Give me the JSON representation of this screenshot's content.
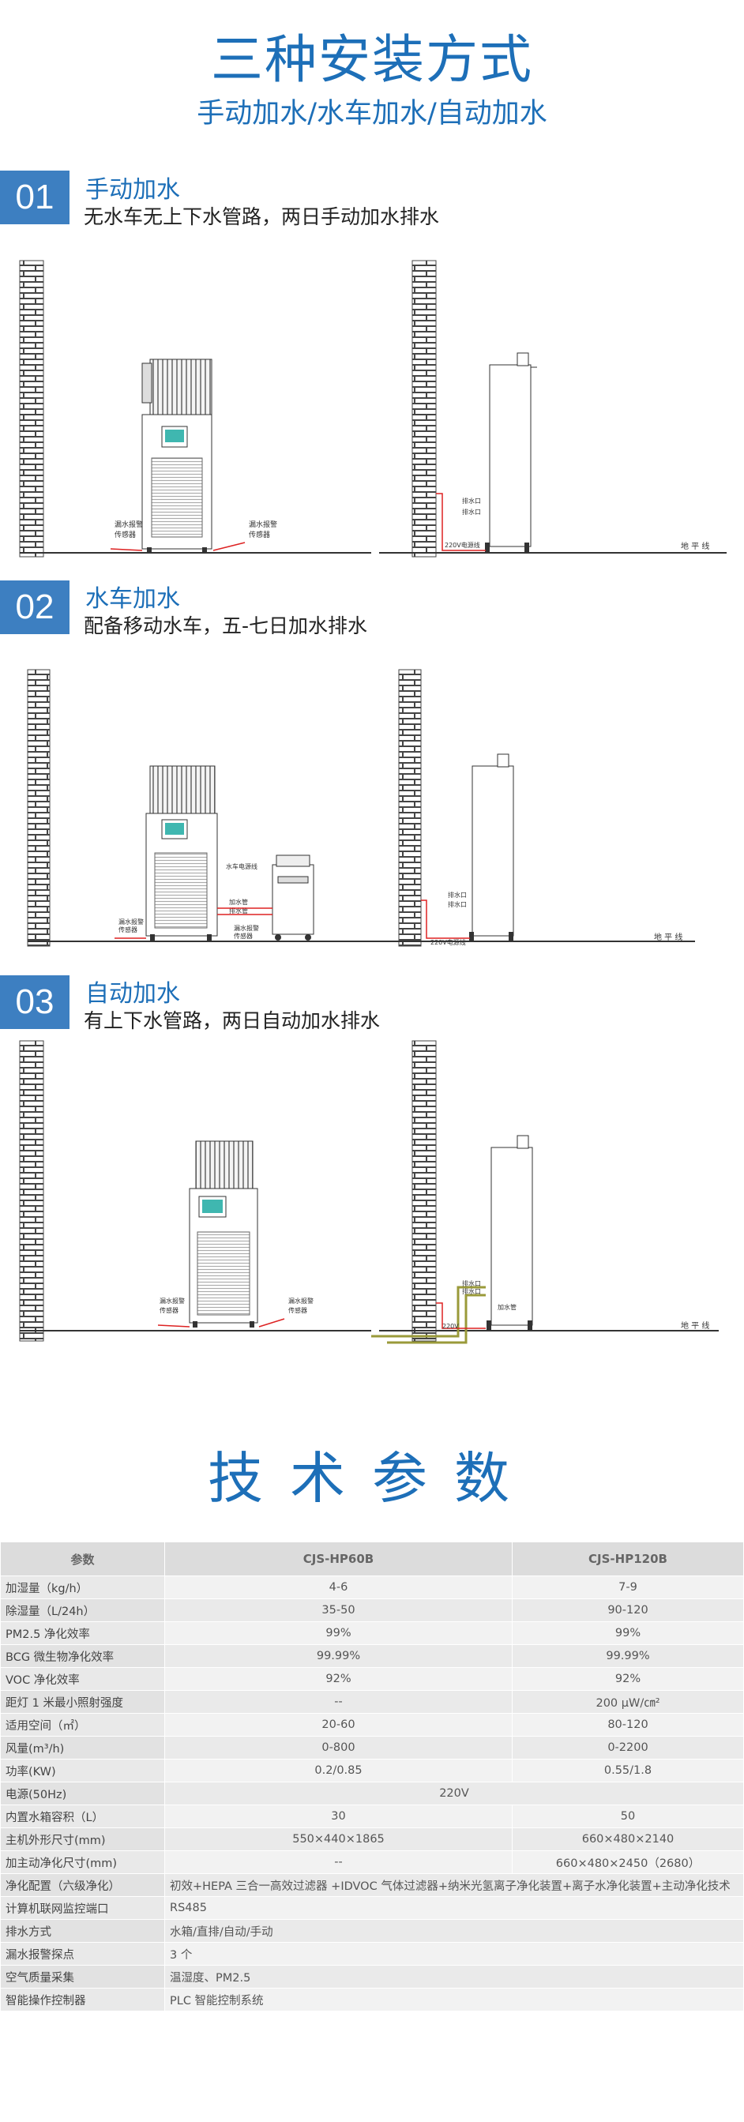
{
  "header": {
    "title": "三种安装方式",
    "subtitle": "手动加水/水车加水/自动加水"
  },
  "sections": [
    {
      "num": "01",
      "title": "手动加水",
      "desc": "无水车无上下水管路，两日手动加水排水"
    },
    {
      "num": "02",
      "title": "水车加水",
      "desc": "配备移动水车，五-七日加水排水"
    },
    {
      "num": "03",
      "title": "自动加水",
      "desc": "有上下水管路，两日自动加水排水"
    }
  ],
  "diagram_labels": {
    "ground": "地 平 线",
    "leak_sensor": "漏水报警",
    "sensor": "传感器",
    "power": "220V电源线",
    "pipe_a": "加水管",
    "pipe_b": "排水管",
    "drain": "排水口",
    "power_short": "220V",
    "cart_label": "水车电源线"
  },
  "tech": {
    "title": "技术参数",
    "headers": [
      "参数",
      "CJS-HP60B",
      "CJS-HP120B"
    ],
    "rows": [
      {
        "label": "加湿量（kg/h）",
        "a": "4-6",
        "b": "7-9"
      },
      {
        "label": "除湿量（L/24h）",
        "a": "35-50",
        "b": "90-120"
      },
      {
        "label": "PM2.5 净化效率",
        "a": "99%",
        "b": "99%"
      },
      {
        "label": "BCG 微生物净化效率",
        "a": "99.99%",
        "b": "99.99%"
      },
      {
        "label": "VOC 净化效率",
        "a": "92%",
        "b": "92%"
      },
      {
        "label": "距灯 1 米最小照射强度",
        "a": "--",
        "b": "200 μW/㎝²"
      },
      {
        "label": "适用空间（㎡）",
        "a": "20-60",
        "b": "80-120"
      },
      {
        "label": "风量(m³/h)",
        "a": "0-800",
        "b": "0-2200"
      },
      {
        "label": "功率(KW)",
        "a": "0.2/0.85",
        "b": "0.55/1.8"
      },
      {
        "label": "电源(50Hz)",
        "span": "220V"
      },
      {
        "label": "内置水箱容积（L）",
        "a": "30",
        "b": "50"
      },
      {
        "label": "主机外形尺寸(mm)",
        "a": "550×440×1865",
        "b": "660×480×2140"
      },
      {
        "label": "加主动净化尺寸(mm)",
        "a": "--",
        "b": "660×480×2450（2680）"
      },
      {
        "label": "净化配置（六级净化）",
        "left": "初效+HEPA 三合一高效过滤器 +IDVOC 气体过滤器+纳米光氢离子净化装置+离子水净化装置+主动净化技术"
      },
      {
        "label": "计算机联网监控端口",
        "left": "RS485"
      },
      {
        "label": "排水方式",
        "left": "水箱/直排/自动/手动"
      },
      {
        "label": "漏水报警探点",
        "left": "3 个"
      },
      {
        "label": "空气质量采集",
        "left": "温湿度、PM2.5"
      },
      {
        "label": "智能操作控制器",
        "left": "PLC 智能控制系统"
      }
    ]
  }
}
